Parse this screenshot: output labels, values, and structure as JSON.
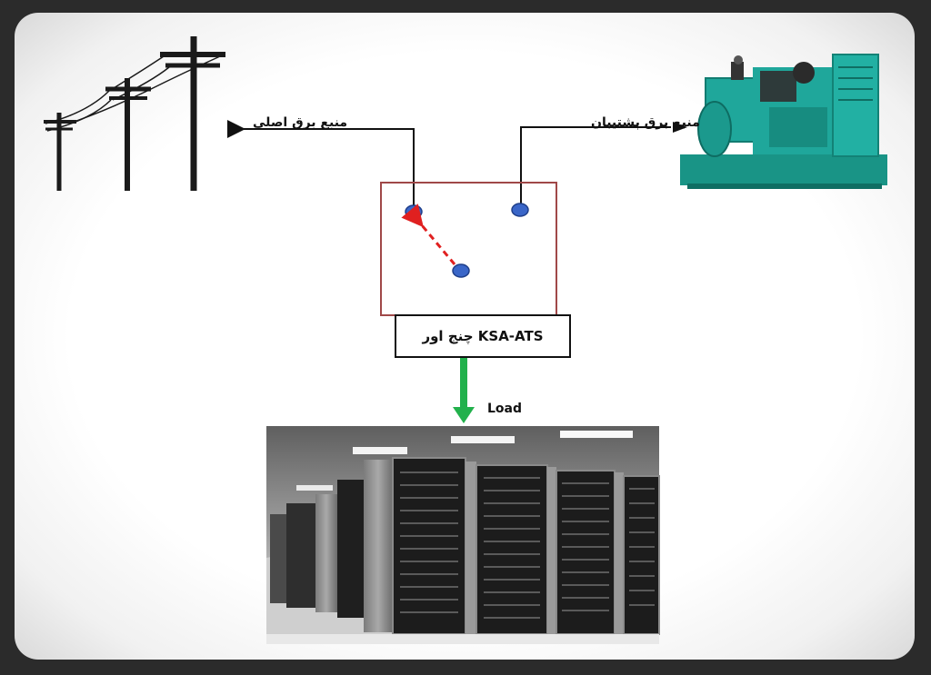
{
  "diagram": {
    "main_source_label": "منبع برق اصلی",
    "backup_source_label": "منبع برق پشتیبان",
    "switch_label": "KSA-ATS چنج اور",
    "load_label": "Load"
  },
  "icons": {
    "utility": "power-pole-icon",
    "generator": "diesel-generator-icon",
    "load": "server-racks-icon"
  },
  "colors": {
    "switch_border": "#a04848",
    "contact": "#3a66c8",
    "switch_arrow": "#e02020",
    "load_arrow": "#22b14c",
    "generator": "#1fa79b",
    "wire": "#111111"
  }
}
